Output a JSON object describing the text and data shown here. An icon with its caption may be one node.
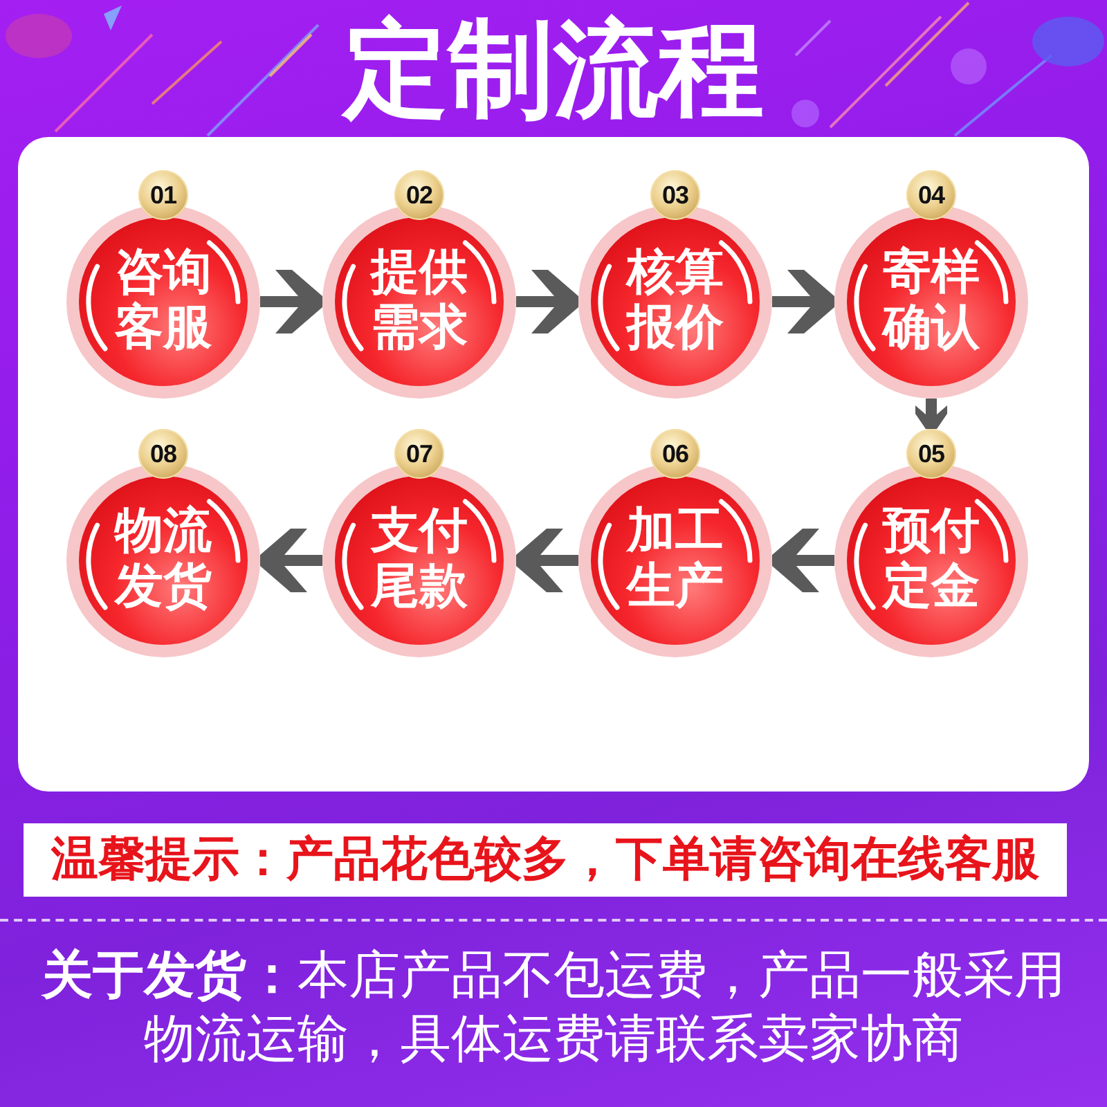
{
  "diagram": {
    "title": "定制流程",
    "nodes": [
      {
        "text": [
          "01",
          "咨询客服"
        ]
      },
      {
        "text": [
          "02",
          "提供需求"
        ]
      },
      {
        "text": [
          "03",
          "核算报价"
        ]
      },
      {
        "text": [
          "04",
          "寄样确认"
        ]
      },
      {
        "text": [
          "05",
          "预付定金"
        ]
      },
      {
        "text": [
          "06",
          "加工生产"
        ]
      },
      {
        "text": [
          "07",
          "支付尾款"
        ]
      },
      {
        "text": [
          "08",
          "物流发货"
        ]
      },
      {
        "text": [
          "温馨提示：产品花色较多，下单请咨询在线客服"
        ]
      }
    ],
    "edges": [
      {
        "from": 0,
        "to": 1,
        "arrow": "to"
      },
      {
        "from": 1,
        "to": 2,
        "arrow": "to"
      },
      {
        "from": 2,
        "to": 3,
        "arrow": "to"
      },
      {
        "from": 3,
        "to": 4,
        "arrow": "to"
      },
      {
        "from": 4,
        "to": 5,
        "arrow": "to"
      },
      {
        "from": 5,
        "to": 6,
        "arrow": "to"
      },
      {
        "from": 6,
        "to": 7,
        "arrow": "to"
      }
    ],
    "labels": [
      "**关于发货：**本店产品不包运费，产品一般采用物流运输，具体运费请联系卖家协商"
    ]
  }
}
